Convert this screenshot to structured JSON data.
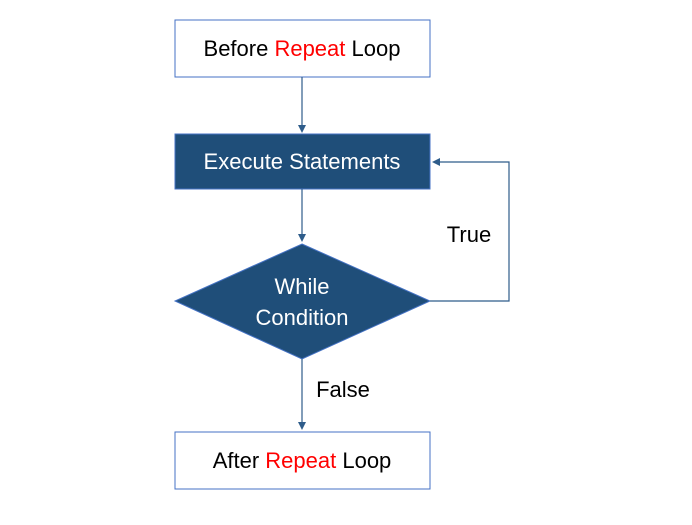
{
  "diagram": {
    "colors": {
      "box_border": "#4472c4",
      "box_fill_light": "#ffffff",
      "box_fill_dark": "#1f4e79",
      "keyword": "#ff0000",
      "text_dark": "#000000",
      "text_light": "#ffffff",
      "connector": "#2e5c8a"
    },
    "before_box": {
      "prefix": "Before ",
      "keyword": "Repeat",
      "suffix": " Loop"
    },
    "execute_box": {
      "label": "Execute Statements"
    },
    "condition": {
      "line1": "While",
      "line2": "Condition"
    },
    "true_label": "True",
    "false_label": "False",
    "after_box": {
      "prefix": "After ",
      "keyword": "Repeat",
      "suffix": " Loop"
    }
  }
}
